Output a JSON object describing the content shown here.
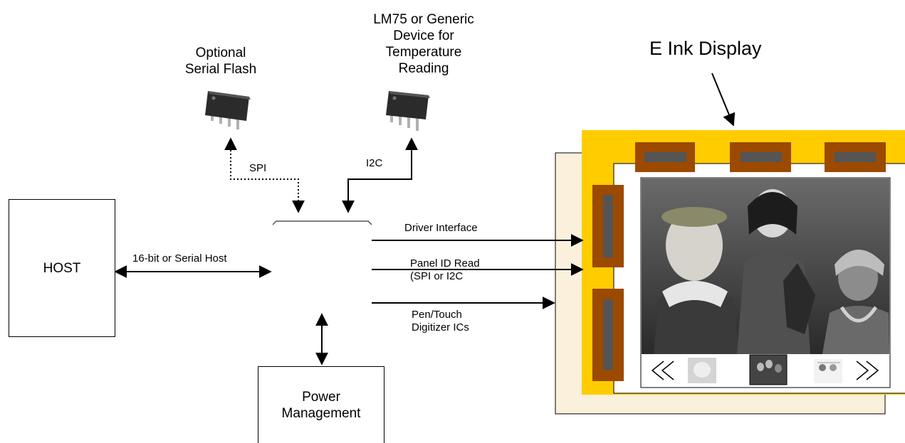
{
  "chips": {
    "flash_label": [
      "Optional",
      "Serial Flash"
    ],
    "temp_label": [
      "LM75 or Generic",
      "Device for",
      "Temperature",
      "Reading"
    ]
  },
  "display": {
    "title": "E Ink Display"
  },
  "host": {
    "label": "HOST"
  },
  "power": {
    "label": [
      "Power",
      "Management"
    ]
  },
  "links": {
    "spi": "SPI",
    "i2c": "I2C",
    "host_bus": "16-bit or Serial Host",
    "driver_interface": "Driver Interface",
    "panel_id": [
      "Panel ID Read",
      "(SPI or I2C"
    ],
    "pen_touch": [
      "Pen/Touch",
      "Digitizer ICs"
    ]
  },
  "colors": {
    "frame_yellow": "#FFCC00",
    "frame_cream": "#FAF0DC",
    "connector_brown": "#9C4A00",
    "connector_grey": "#555555"
  },
  "icons": [
    "chip-icon",
    "chip-icon",
    "rewind-icon",
    "fast-forward-icon"
  ]
}
